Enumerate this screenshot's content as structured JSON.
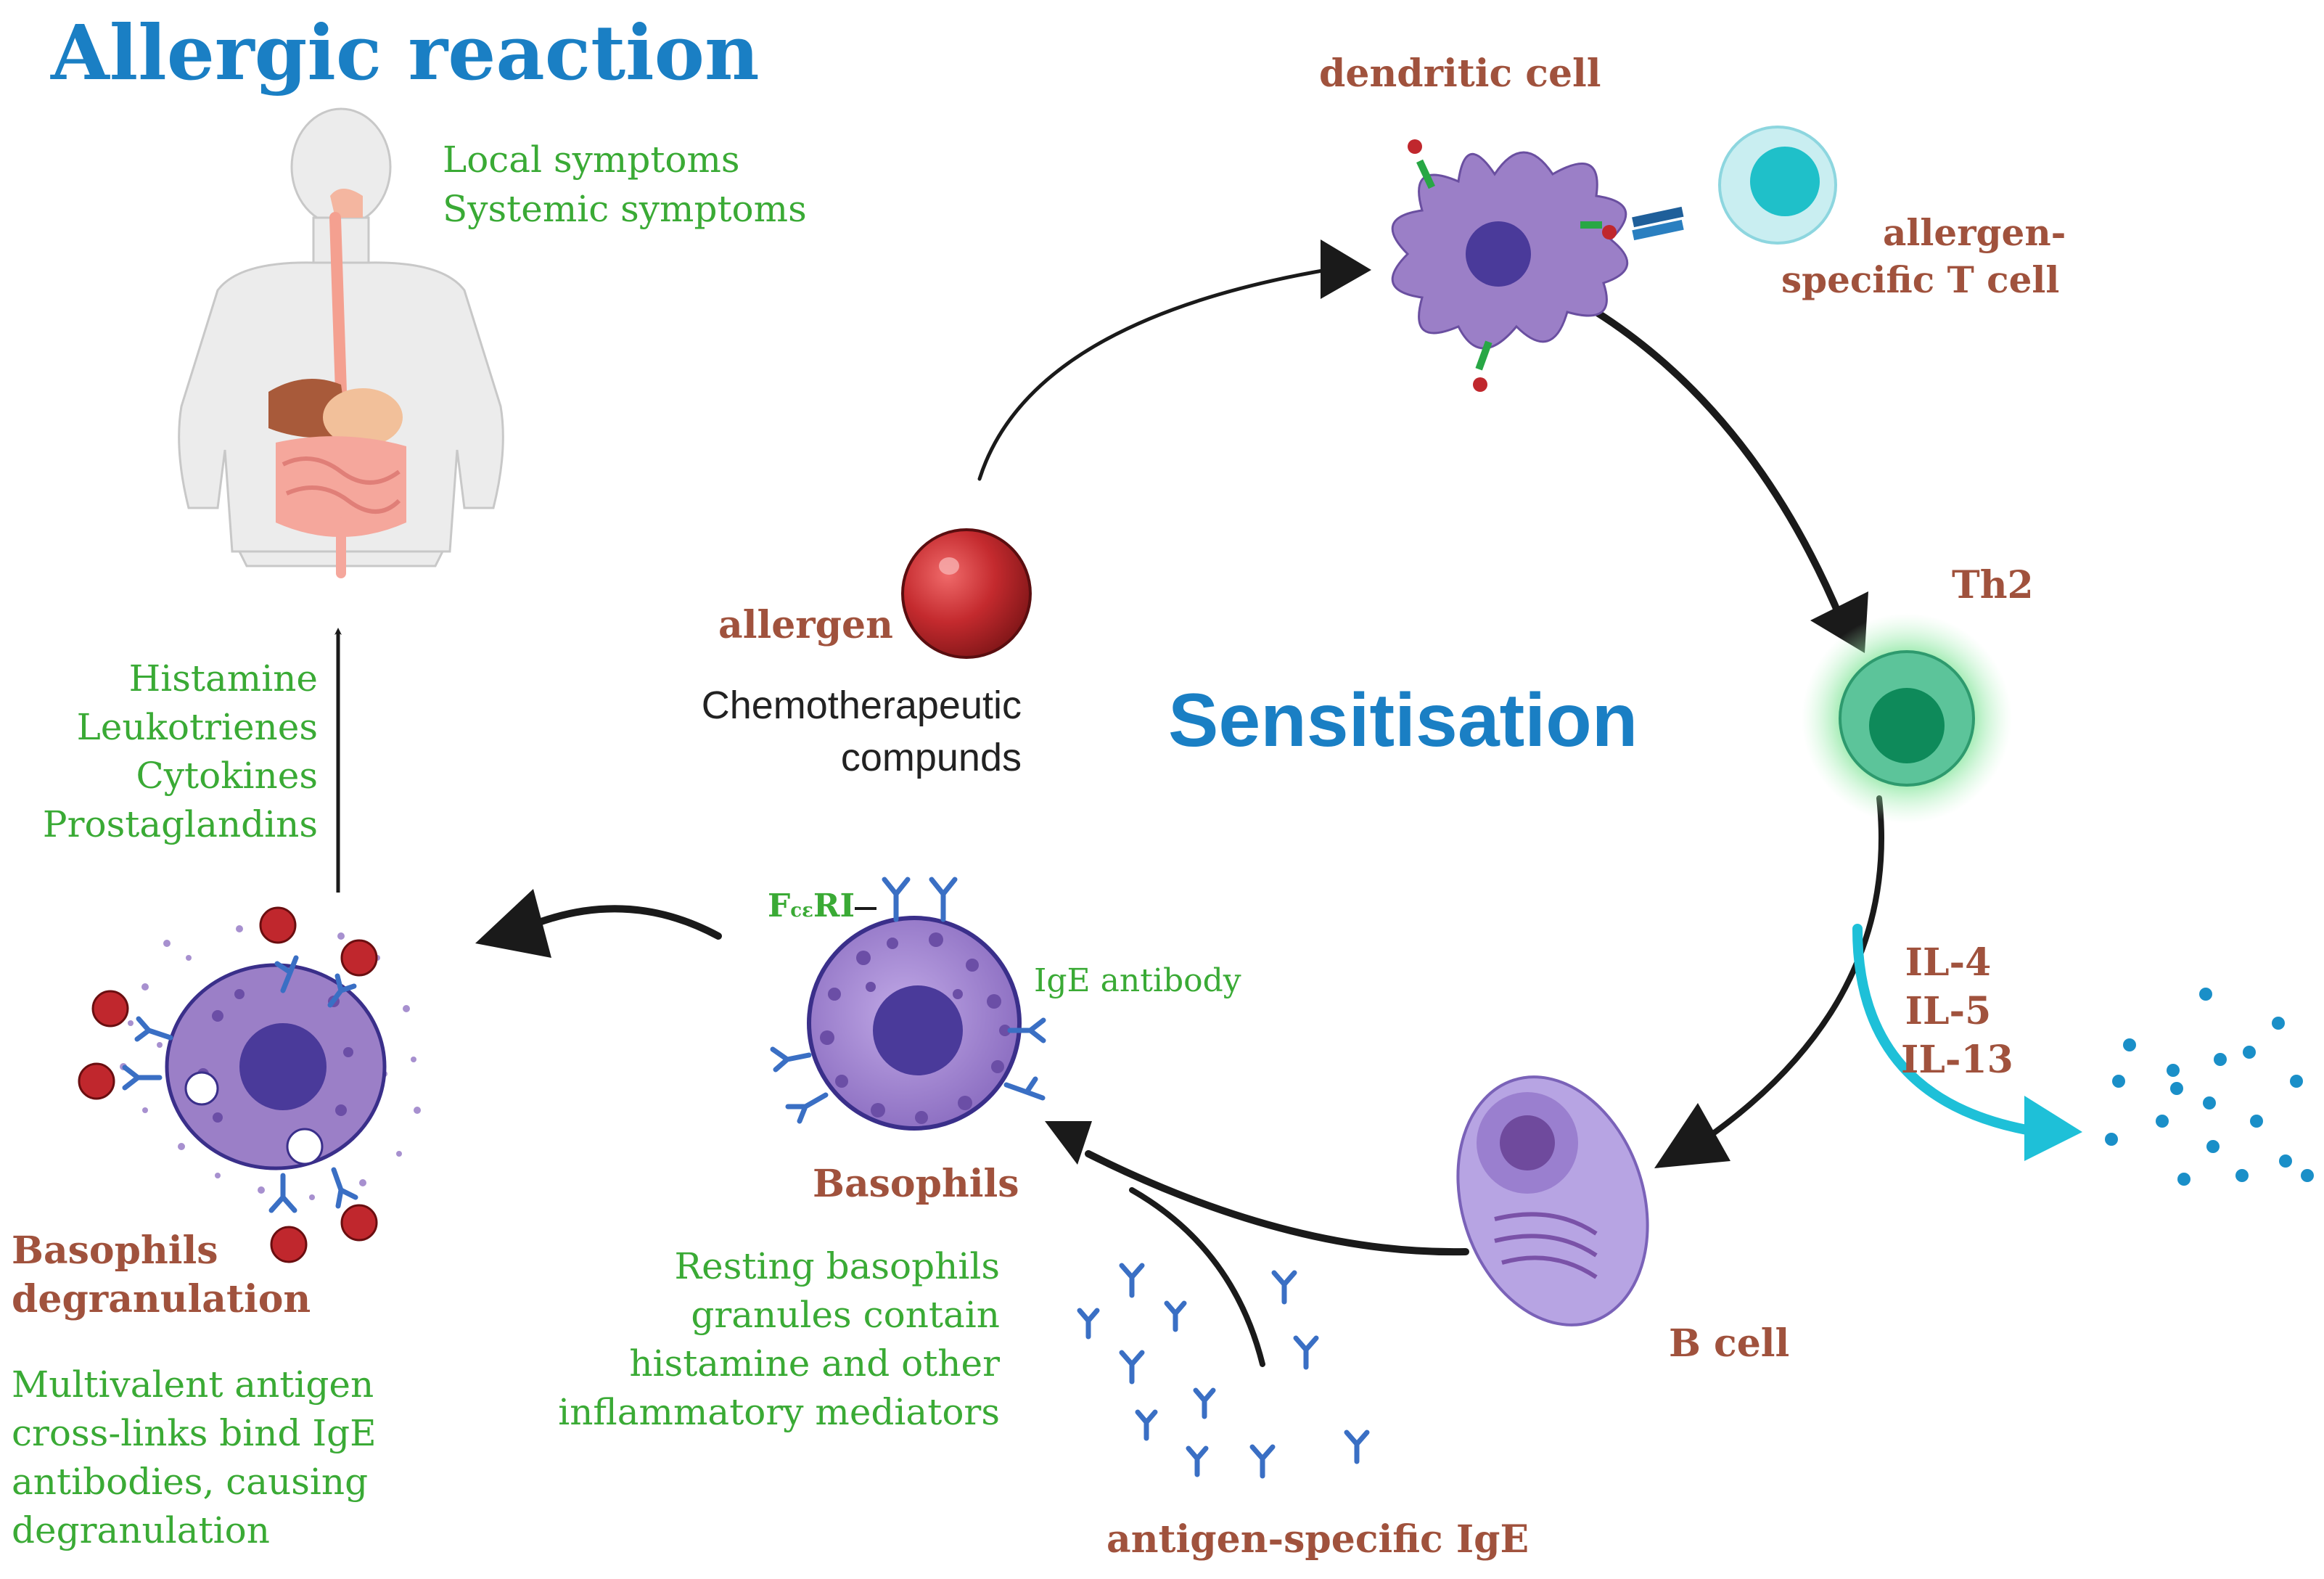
{
  "colors": {
    "title_blue": "#1a7fc4",
    "label_brown": "#a0523d",
    "label_green": "#3aaa35",
    "cell_purple": "#9b7fc7",
    "nucleus_purple": "#4a3a9a",
    "allergen_red": "#c0272d",
    "th2_green": "#2aa872",
    "tcell_cyan": "#1fc0c9",
    "antibody_blue": "#3a6fc4",
    "cytokine_arrow": "#1ec0d8"
  },
  "allergic_reaction": {
    "title": "Allergic reaction",
    "symptoms": [
      "Local symptoms",
      "Systemic symptoms"
    ],
    "mediators": [
      "Histamine",
      "Leukotrienes",
      "Cytokines",
      "Prostaglandins"
    ]
  },
  "sensitisation": {
    "title": "Sensitisation",
    "allergen_label": "allergen",
    "allergen_caption": [
      "Chemotherapeutic",
      "compunds"
    ],
    "dendritic_cell_label": "dendritic cell",
    "t_cell_label": [
      "allergen-",
      "specific T cell"
    ],
    "th2_label": "Th2",
    "interleukins": [
      "IL-4",
      "IL-5",
      "IL-13"
    ],
    "b_cell_label": "B cell",
    "ige_label": "antigen-specific IgE"
  },
  "basophils": {
    "receptor_label_main": "F",
    "receptor_label_sub": "cε",
    "receptor_label_tail": "RI",
    "ige_antibody_label": "IgE antibody",
    "label": "Basophils",
    "description": [
      "Resting basophils",
      "granules contain",
      "histamine and other",
      "inflammatory mediators"
    ]
  },
  "degranulation": {
    "label": [
      "Basophils",
      "degranulation"
    ],
    "description": [
      "Multivalent antigen",
      "cross-links bind IgE",
      "antibodies, causing",
      "degranulation"
    ]
  }
}
